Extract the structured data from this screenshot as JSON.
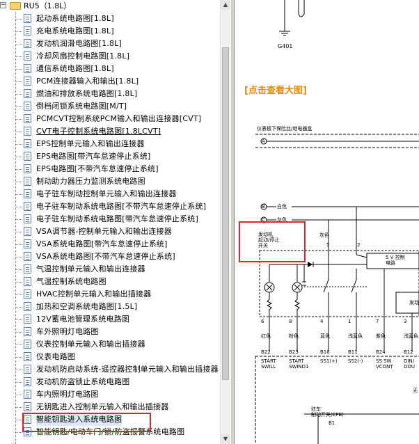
{
  "tree": {
    "root_label": "RU5（1.8L）",
    "items": [
      "起动系统电路图[1.8L]",
      "充电系统电路图[1.8L]",
      "发动机润滑电路图[1.8L]",
      "冷却风扇控制电路图[1.8L]",
      "通信系统电路图[1.8L]",
      "PCM连接器输入和输出[1.8L]",
      "燃油和排放系统电路图[1.8L]",
      "倒档闭锁系统电路图[M/T]",
      "PCMCVT控制系统PCM输入和输出连接器[CVT]",
      "CVT电子控制系统电路图[1.8LCVT]",
      "EPS控制单元输入和输出连接器",
      "EPS电路图[带汽车怠速停止系统]",
      "EPS电路图[不带汽车怠速停止系统]",
      "制动助力器压力监测系统电路图",
      "电子驻车制动控制单元输入和输出连接器",
      "电子驻车制动系统电路图[不带汽车怠速停止系统]",
      "电子驻车制动系统电路图[带汽车怠速停止系统]",
      "VSA调节器-控制单元输入和输出连接器",
      "VSA系统电路图[带汽车怠速停止系统]",
      "VSA系统电路图[不带汽车怠速停止系统]",
      "气温控制单元输入和输出连接器",
      "气温控制系统电路图",
      "HVAC控制单元输入和输出插接器",
      "加热和空调系统电路图[1.5L]",
      "12V蓄电池管理系统电路图",
      "车外照明灯电路图",
      "仪表控制单元输入和输出插接器",
      "仪表电路图",
      "发动机防启动系统-遥控器控制单元输入和输出插接器",
      "发动机防盗锁止系统电路图",
      "车内照明灯电路图",
      "无钥匙进入控制单元输入和输出插接器",
      "智能钥匙进入系统电路图",
      "智能钥匙/电动车门/锁/防盗报警系统电路图"
    ]
  },
  "viewer": {
    "link_text": "[点击查看大图]",
    "ground_label": "G401",
    "fuse_box_label": "仪表板下保险丝/继电器盒",
    "wire_white": "白色",
    "wire_gray": "灰色",
    "engine_switch_label_1": "发动机",
    "engine_switch_label_2": "起动/停止",
    "engine_switch_label_3": "开关",
    "gray_label": "灰色",
    "pin_5": "5",
    "pin_2": "2",
    "control_label_1": "5 V 控制",
    "control_label_2": "电路",
    "right_label": "发动",
    "pins_row": [
      "6",
      "8",
      "4",
      "1",
      "7",
      "3"
    ],
    "colors_row": [
      "红色",
      "粉色",
      "蓝色",
      "浅蓝色",
      "紫色",
      "浅蓝色"
    ],
    "connector_row": [
      "B22",
      "B23",
      "B10",
      "B11",
      "B24",
      "B12"
    ],
    "signal_row_1": [
      "START",
      "START",
      "SS1(+)",
      "SS2(-)",
      "SS SW",
      "DIN/"
    ],
    "signal_row_2": [
      "SWILL",
      "SWIND1",
      "",
      "",
      "VCONT",
      "DOU"
    ],
    "bottom_label_1": "驻车",
    "bottom_label_2": "制动开关(EPB)",
    "bottom_pin": "B1",
    "side_label": "无"
  }
}
